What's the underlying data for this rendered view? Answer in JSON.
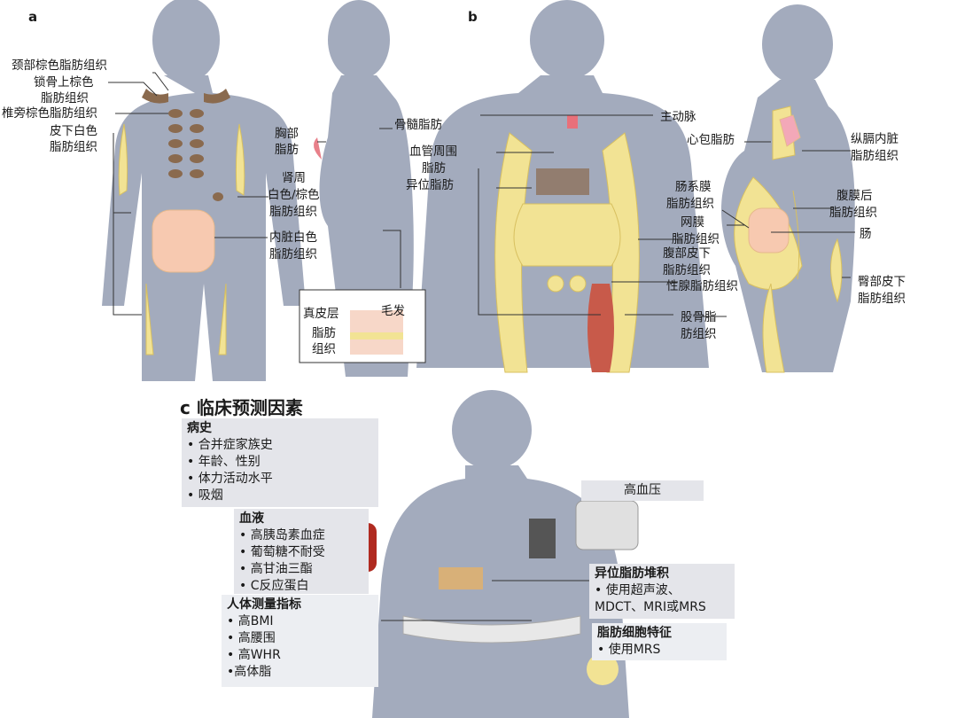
{
  "panel_a": {
    "letter": "a",
    "labels": {
      "neck_brown": "颈部棕色脂肪组织",
      "supraclav_1": "锁骨上棕色",
      "supraclav_2": "脂肪组织",
      "paraverteb": "椎旁棕色脂肪组织",
      "subcut_1": "皮下白色",
      "subcut_2": "脂肪组织",
      "breast_1": "胸部",
      "breast_2": "脂肪",
      "marrow": "骨髓脂肪",
      "renal_1": "肾周",
      "renal_2": "白色/棕色",
      "renal_3": "脂肪组织",
      "visceral_1": "内脏白色",
      "visceral_2": "脂肪组织",
      "dermis": "真皮层",
      "hair": "毛发",
      "fat_1": "脂肪",
      "fat_2": "组织"
    }
  },
  "panel_b": {
    "letter": "b",
    "labels": {
      "aorta": "主动脉",
      "perivasc_1": "血管周围",
      "perivasc_2": "脂肪",
      "ectopic": "异位脂肪",
      "pericard": "心包脂肪",
      "medias_1": "纵膈内脏",
      "medias_2": "脂肪组织",
      "mesent_1": "肠系膜",
      "mesent_2": "脂肪组织",
      "retro_1": "腹膜后",
      "retro_2": "脂肪组织",
      "omental_1": "网膜",
      "omental_2": "脂肪组织",
      "gut": "肠",
      "abdsub_1": "腹部皮下",
      "abdsub_2": "脂肪组织",
      "gonadal": "性腺脂肪组织",
      "gluteal_1": "臀部皮下",
      "gluteal_2": "脂肪组织",
      "femoral_1": "股骨脂",
      "femoral_2": "肪组织"
    }
  },
  "panel_c": {
    "letter": "c",
    "title": "临床预测因素",
    "history": {
      "heading": "病史",
      "items": [
        "合并症家族史",
        "年龄、性别",
        "体力活动水平",
        "吸烟"
      ]
    },
    "blood": {
      "heading": "血液",
      "items": [
        "高胰岛素血症",
        "葡萄糖不耐受",
        "高甘油三酯",
        "C反应蛋白"
      ]
    },
    "anthro": {
      "heading": "人体测量指标",
      "items": [
        "高BMI",
        "高腰围",
        "高WHR",
        "高体脂"
      ]
    },
    "bp": "高血压",
    "ectopic": {
      "heading": "异位脂肪堆积",
      "items": [
        "使用超声波、MDCT、MRI或MRS"
      ]
    },
    "adipocyte": {
      "heading": "脂肪细胞特征",
      "items": [
        "使用MRS"
      ]
    }
  },
  "colors": {
    "silhouette": "#a3abbd",
    "fat": "#f2e394",
    "brown": "#8a6a4e",
    "organ": "#f7c9b0"
  }
}
